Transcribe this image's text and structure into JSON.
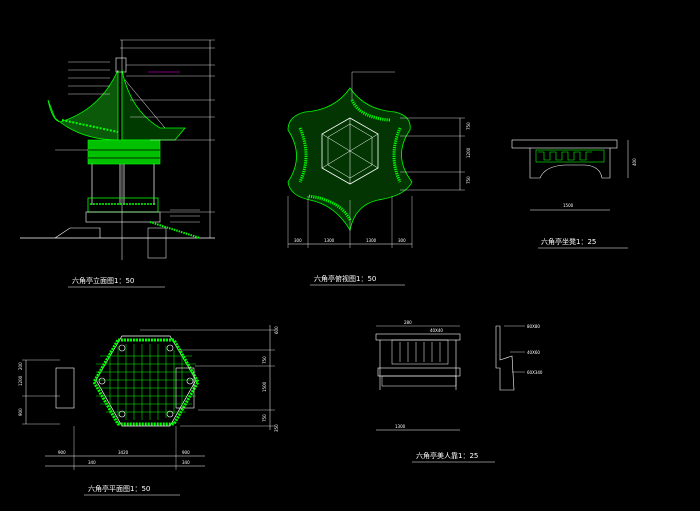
{
  "colors": {
    "background": "#000000",
    "green": "#00ff00",
    "white": "#ffffff",
    "cyan": "#00ffff",
    "magenta": "#ff00ff",
    "yellow": "#ffff00"
  },
  "titles": {
    "elevation": "六角亭立面图1：50",
    "roof_plan": "六角亭俯视图1：50",
    "bench_detail": "六角亭坐凳1：25",
    "floor_plan": "六角亭平面图1：50",
    "railing_detail": "六角亭美人靠1：25"
  },
  "roof_dims": {
    "d1": "750",
    "d2": "1200",
    "d3": "750",
    "b1": "300",
    "b2": "1300",
    "b3": "1300",
    "b4": "300"
  },
  "bench_dims": {
    "height": "400",
    "width": "1500"
  },
  "plan_dims": {
    "r1": "200",
    "r2": "1200",
    "r3": "900",
    "v1": "750",
    "v2": "1500",
    "v3": "750",
    "v4": "350",
    "v5": "600",
    "h1": "900",
    "h2": "3420",
    "h3": "900",
    "h4": "340",
    "h5": "340"
  },
  "railing_dims": {
    "top": "280",
    "bar": "40X40",
    "width": "1300",
    "a": "80X80",
    "b": "40X60",
    "c": "60X340"
  }
}
